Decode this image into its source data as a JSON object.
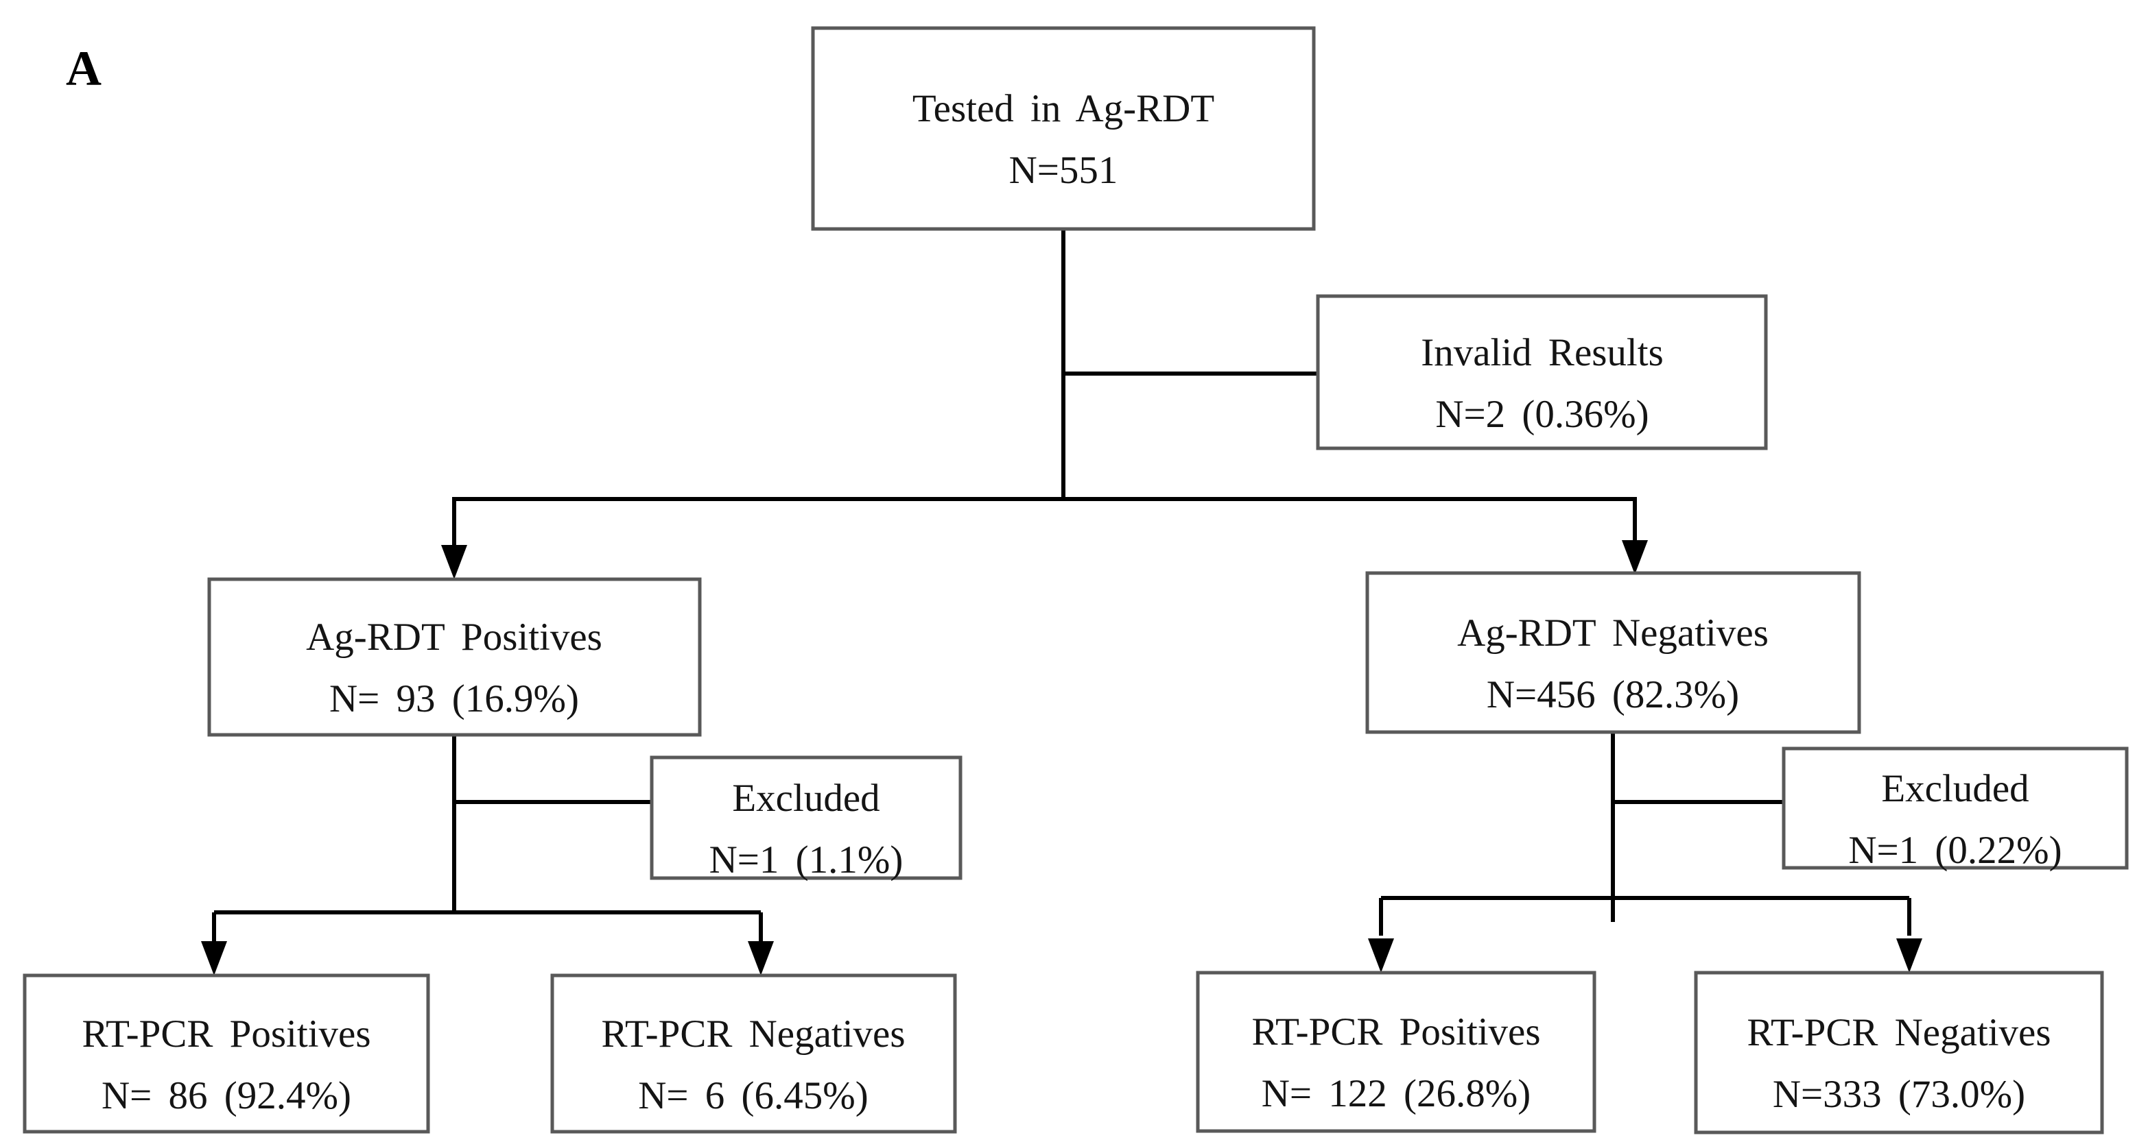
{
  "panel_label": "A",
  "colors": {
    "background": "#ffffff",
    "box_border": "#595959",
    "connector_line": "#000000",
    "text": "#141414"
  },
  "flowchart": {
    "nodes": {
      "tested": {
        "label": "Tested in Ag-RDT",
        "count": "N=551"
      },
      "invalid": {
        "label": "Invalid Results",
        "count": "N=2 (0.36%)"
      },
      "ag_rdt_positives": {
        "label": "Ag-RDT Positives",
        "count": "N= 93 (16.9%)"
      },
      "ag_rdt_negatives": {
        "label": "Ag-RDT Negatives",
        "count": "N=456 (82.3%)"
      },
      "excluded_from_positives": {
        "label": "Excluded",
        "count": "N=1 (1.1%)"
      },
      "excluded_from_negatives": {
        "label": "Excluded",
        "count": "N=1 (0.22%)"
      },
      "rt_pcr_positives_of_positives": {
        "label": "RT-PCR Positives",
        "count": "N= 86 (92.4%)"
      },
      "rt_pcr_negatives_of_positives": {
        "label": "RT-PCR Negatives",
        "count": "N= 6 (6.45%)"
      },
      "rt_pcr_positives_of_negatives": {
        "label": "RT-PCR Positives",
        "count": "N= 122 (26.8%)"
      },
      "rt_pcr_negatives_of_negatives": {
        "label": "RT-PCR Negatives",
        "count": "N=333 (73.0%)"
      }
    }
  }
}
